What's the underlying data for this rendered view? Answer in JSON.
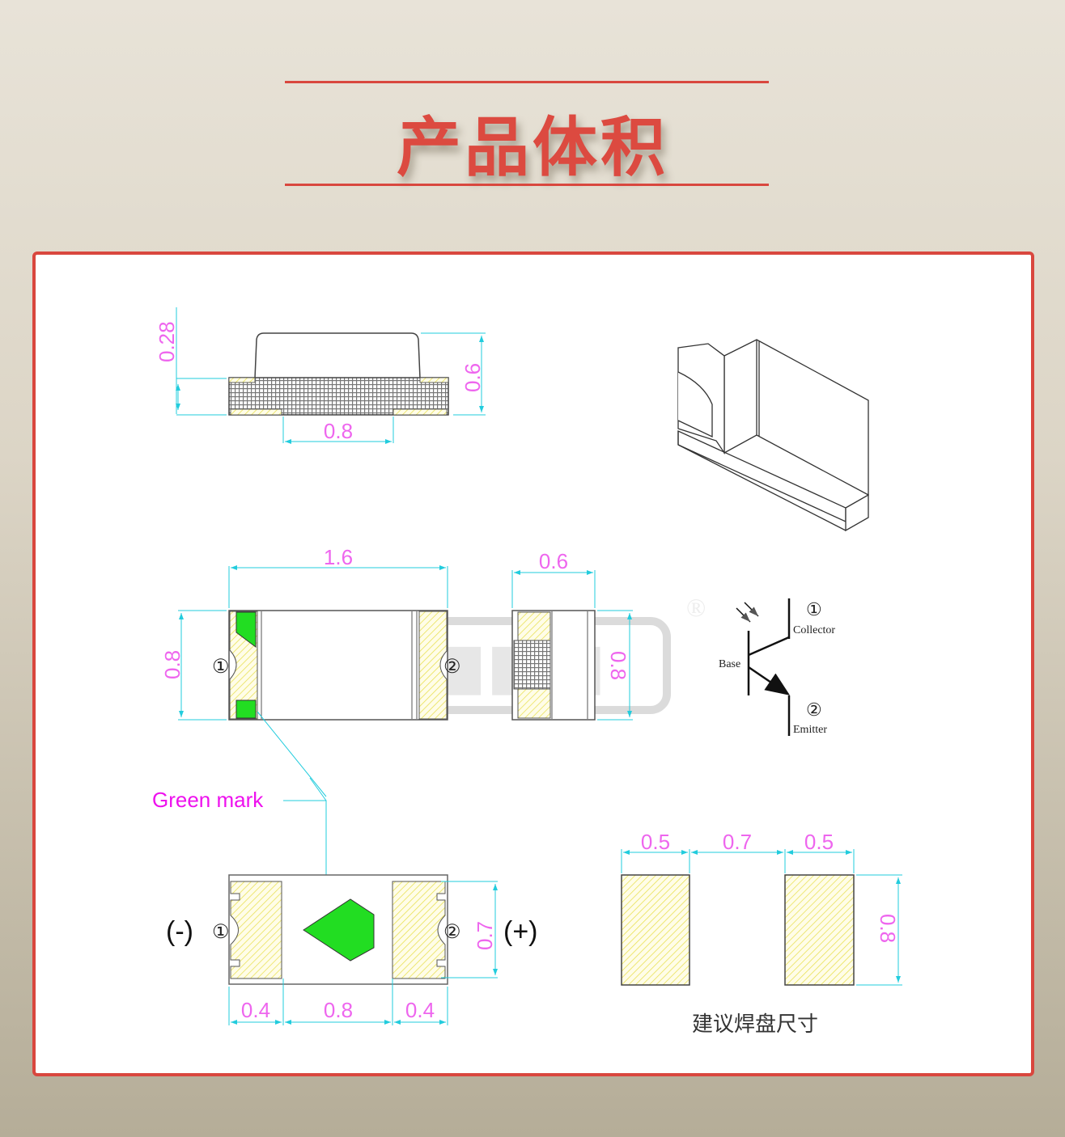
{
  "header": {
    "title": "产品体积",
    "accent_color": "#d9473e"
  },
  "side_view": {
    "dim_top_height": "0.28",
    "dim_total_height": "0.6",
    "dim_bottom_width": "0.8"
  },
  "top_view": {
    "dim_length": "1.6",
    "dim_width": "0.8",
    "pin1": "①",
    "pin2": "②"
  },
  "end_view": {
    "dim_width": "0.6",
    "dim_height": "0.8"
  },
  "watermark": {
    "registered": "®"
  },
  "schematic": {
    "pin1": "①",
    "collector": "Collector",
    "base": "Base",
    "pin2": "②",
    "emitter": "Emitter"
  },
  "bottom_view": {
    "green_mark_label": "Green mark",
    "negative": "(-)",
    "positive": "(+)",
    "pin1": "①",
    "pin2": "②",
    "dim_pad_height": "0.7",
    "dim_left_pad": "0.4",
    "dim_gap": "0.8",
    "dim_right_pad": "0.4",
    "mark_color": "#22dd22"
  },
  "land_pattern": {
    "dim_pad1": "0.5",
    "dim_gap": "0.7",
    "dim_pad2": "0.5",
    "dim_height": "0.8",
    "caption": "建议焊盘尺寸"
  }
}
